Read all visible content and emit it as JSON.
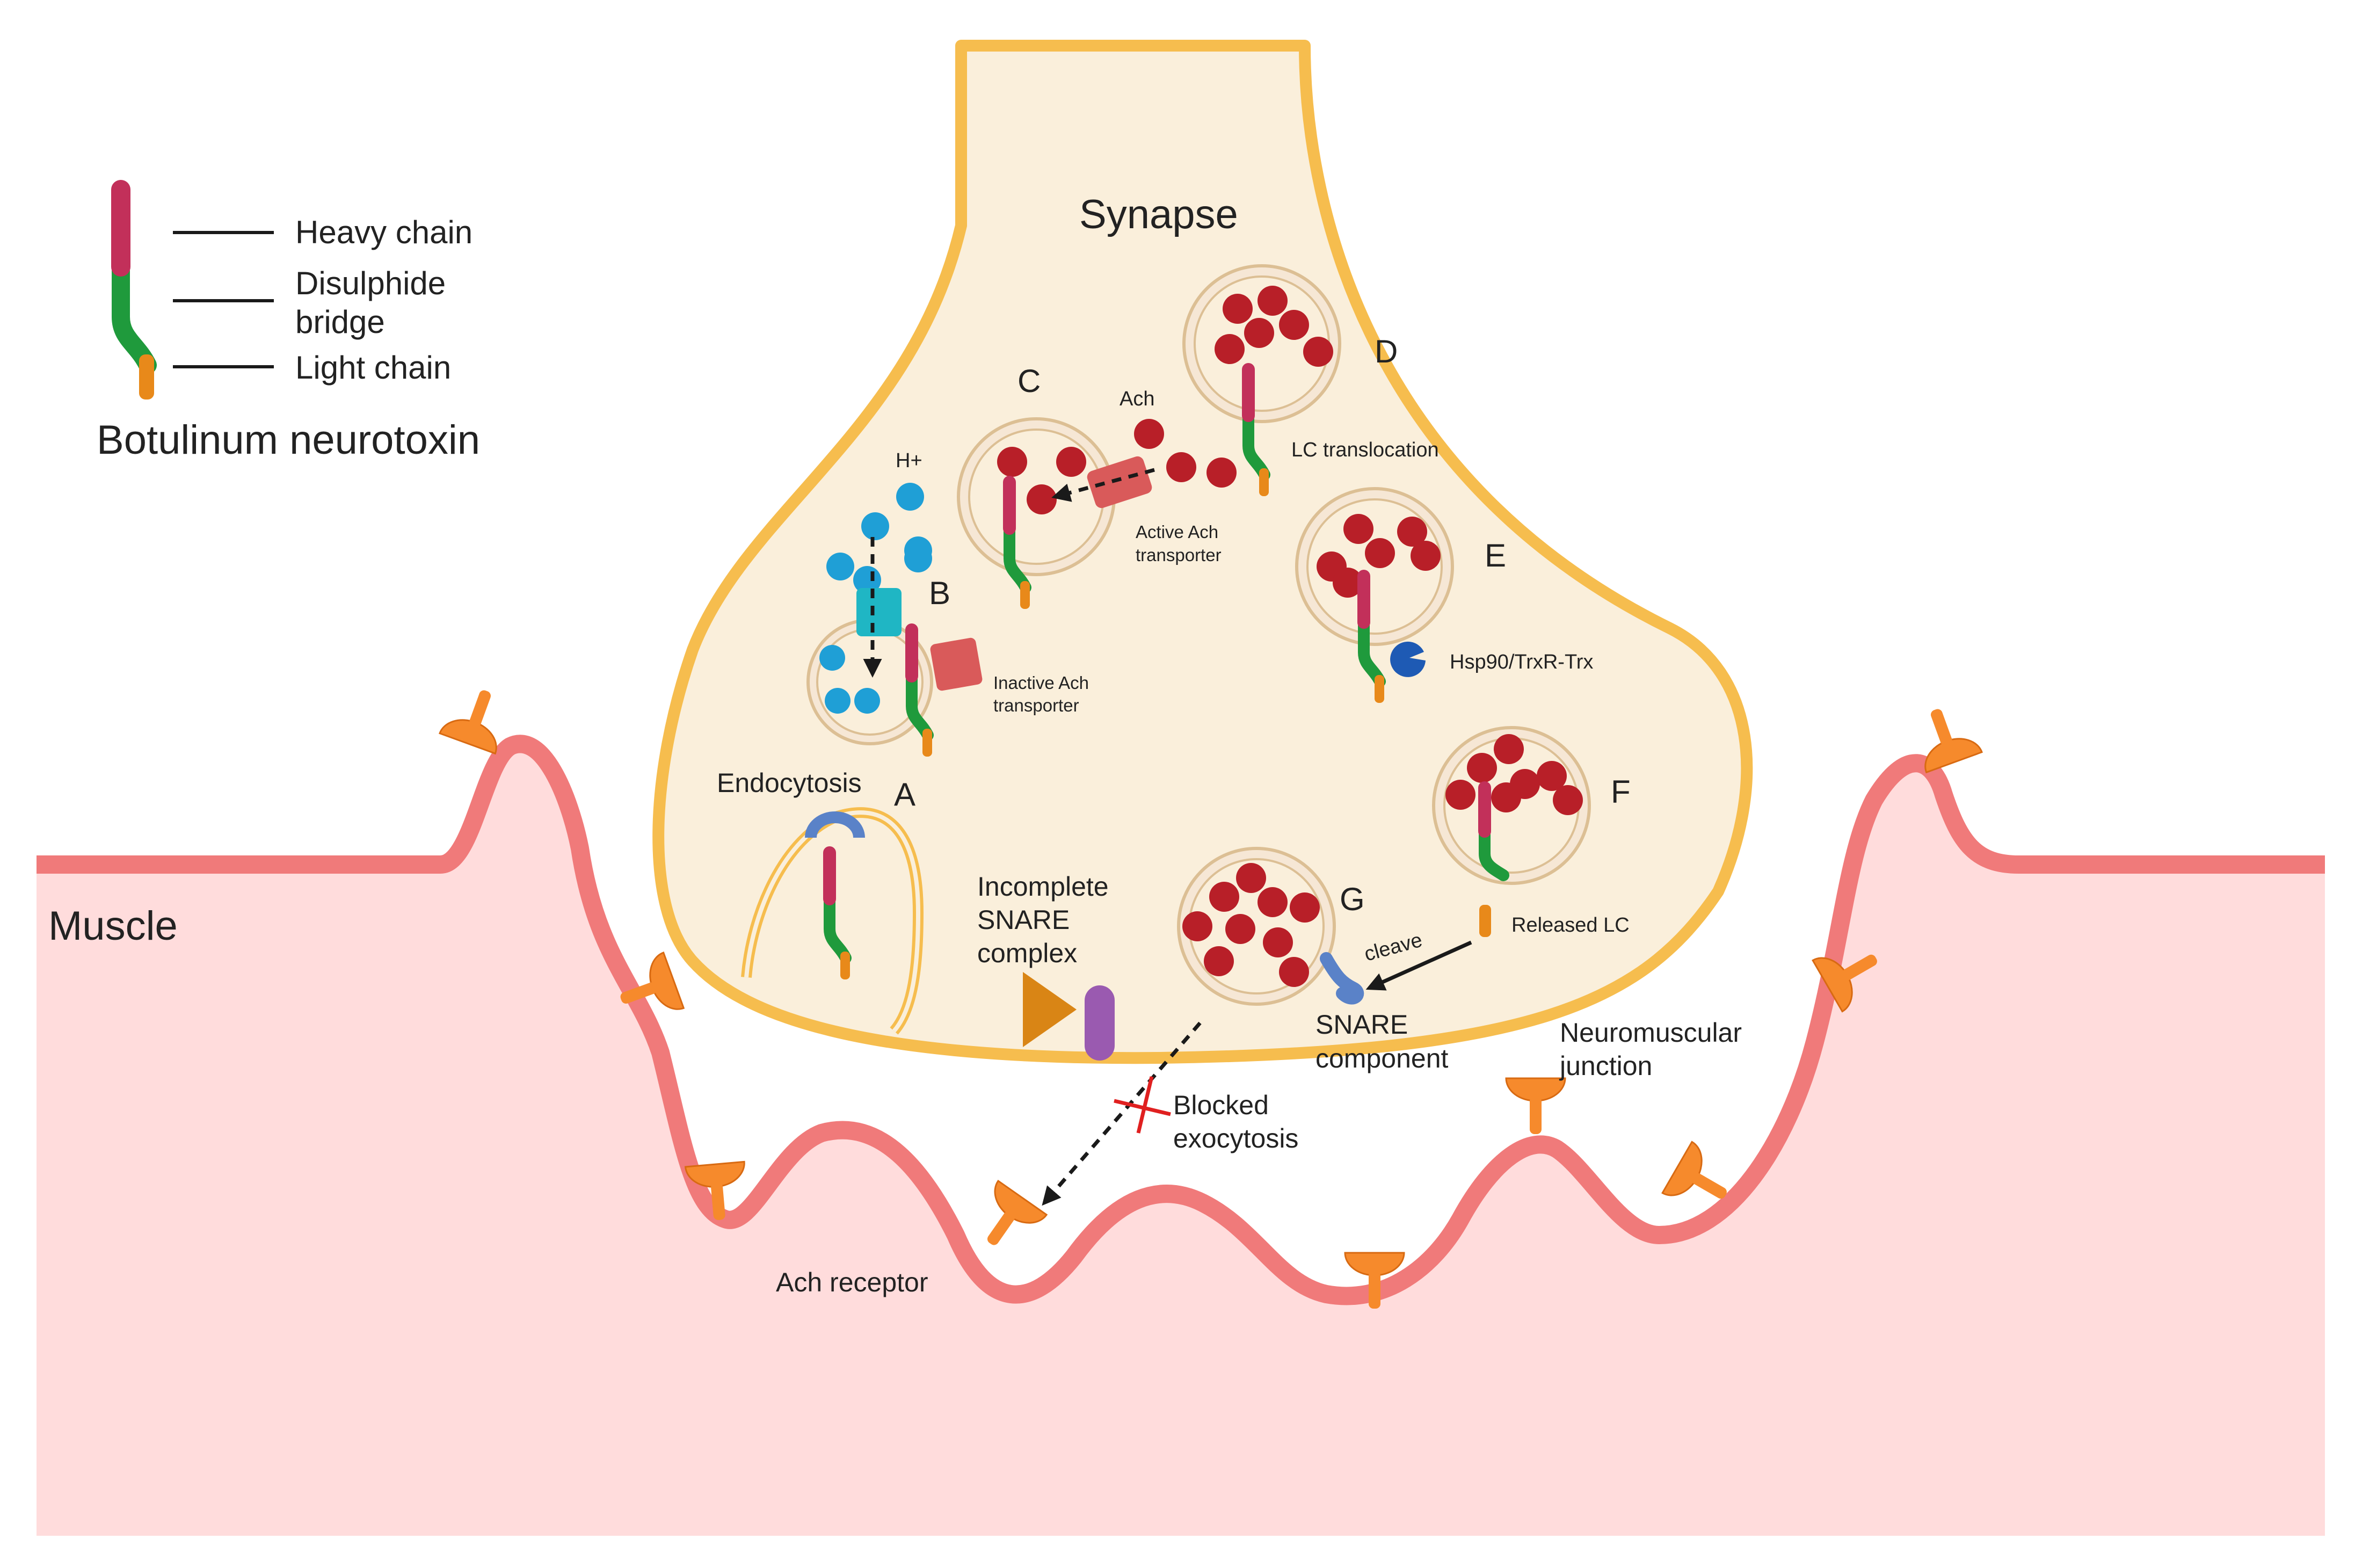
{
  "labels": {
    "synapse": "Synapse",
    "muscle": "Muscle",
    "legend_heavy": "Heavy chain",
    "legend_disulphide_1": "Disulphide",
    "legend_disulphide_2": "bridge",
    "legend_light": "Light chain",
    "legend_title": "Botulinum neurotoxin",
    "hplus": "H+",
    "ach": "Ach",
    "active_transporter_1": "Active Ach",
    "active_transporter_2": "transporter",
    "inactive_transporter_1": "Inactive Ach",
    "inactive_transporter_2": "transporter",
    "lc_translocation": "LC translocation",
    "hsp90": "Hsp90/TrxR-Trx",
    "endocytosis": "Endocytosis",
    "released_lc": "Released LC",
    "cleave": "cleave",
    "incomplete_1": "Incomplete",
    "incomplete_2": "SNARE",
    "incomplete_3": "complex",
    "snare_comp_1": "SNARE",
    "snare_comp_2": "component",
    "nmj_1": "Neuromuscular",
    "nmj_2": "junction",
    "blocked_1": "Blocked",
    "blocked_2": "exocytosis",
    "ach_receptor": "Ach receptor"
  },
  "stages": {
    "a": "A",
    "b": "B",
    "c": "C",
    "d": "D",
    "e": "E",
    "f": "F",
    "g": "G"
  },
  "colors": {
    "heavy_chain": "#c2305a",
    "disulphide": "#1f9a3c",
    "light_chain": "#e8891a",
    "synapse_fill": "#faefdb",
    "synapse_border": "#f6bd4e",
    "muscle_fill": "#ffdcdc",
    "muscle_border": "#f07a7a",
    "receptor": "#f68a2c",
    "ach": "#b81f28",
    "hplus": "#1f9fd6",
    "proton_pump": "#1fb6c4",
    "transporter": "#d95a5a",
    "hsp90": "#1e5ab4",
    "snare_component": "#5a82c8",
    "snare_triangle": "#d98515",
    "snare_purple": "#9a5ab0",
    "blocked_x": "#e02020"
  }
}
